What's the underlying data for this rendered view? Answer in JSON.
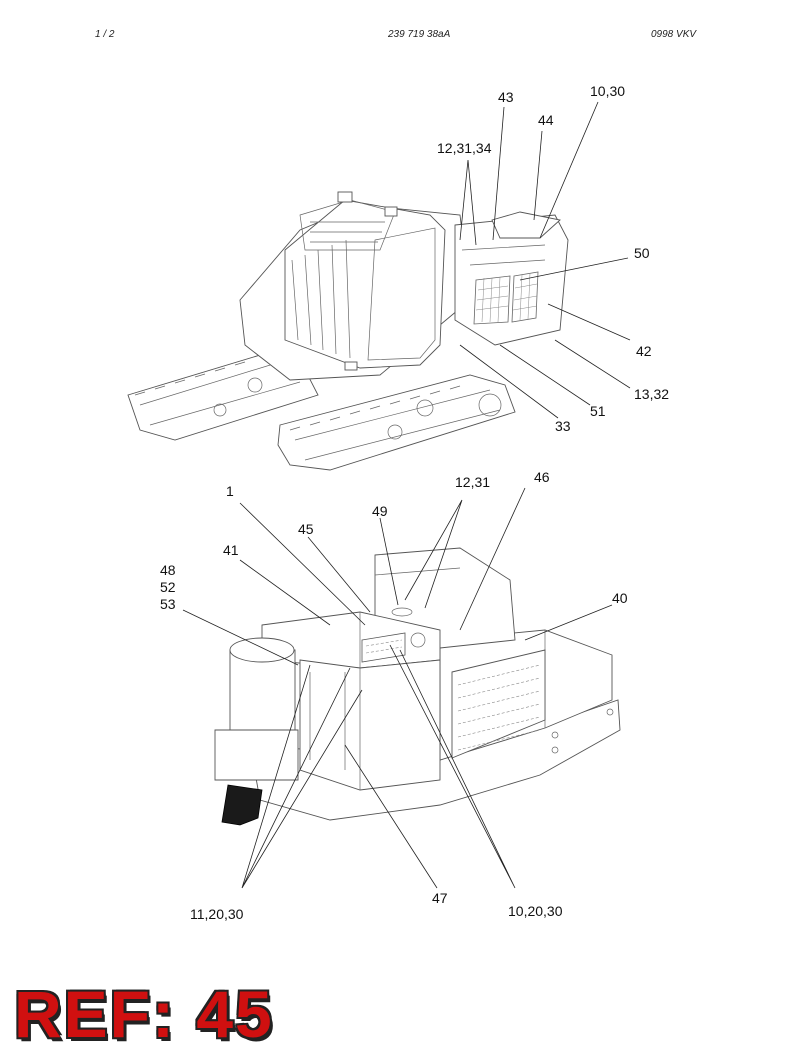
{
  "header": {
    "page": "1  /  2",
    "document_number": "239 719 38aA",
    "code": "0998  VKV"
  },
  "top_view_labels": [
    "43",
    "10,30",
    "44",
    "12,31,34",
    "50",
    "42",
    "13,32",
    "51",
    "33"
  ],
  "bottom_view_labels": [
    "12,31",
    "46",
    "1",
    "49",
    "45",
    "41",
    "48",
    "52",
    "53",
    "40",
    "47",
    "11,20,30",
    "10,20,30"
  ],
  "ref_badge": "REF: 45"
}
